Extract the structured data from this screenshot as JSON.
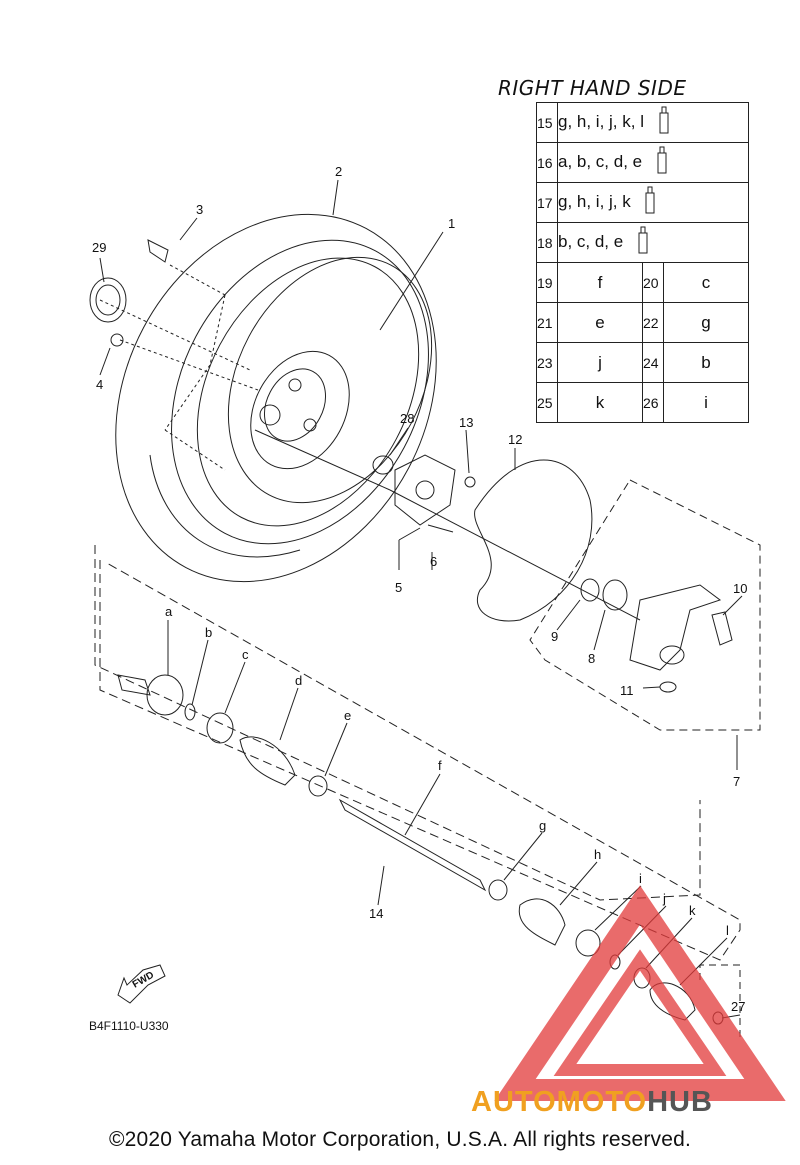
{
  "table": {
    "title": "RIGHT HAND SIDE",
    "rows_wide": [
      {
        "num": "15",
        "val": "g, h, i, j, k, l"
      },
      {
        "num": "16",
        "val": "a, b, c, d, e"
      },
      {
        "num": "17",
        "val": "g, h, i, j, k"
      },
      {
        "num": "18",
        "val": "b, c, d, e"
      }
    ],
    "rows_pair": [
      {
        "n1": "19",
        "v1": "f",
        "n2": "20",
        "v2": "c"
      },
      {
        "n1": "21",
        "v1": "e",
        "n2": "22",
        "v2": "g"
      },
      {
        "n1": "23",
        "v1": "j",
        "n2": "24",
        "v2": "b"
      },
      {
        "n1": "25",
        "v1": "k",
        "n2": "26",
        "v2": "i"
      }
    ]
  },
  "callouts": {
    "n1": "1",
    "n2": "2",
    "n3": "3",
    "n4": "4",
    "n5": "5",
    "n6": "6",
    "n7": "7",
    "n8": "8",
    "n9": "9",
    "n10": "10",
    "n11": "11",
    "n12": "12",
    "n13": "13",
    "n14": "14",
    "n27": "27",
    "n28": "28",
    "n29": "29",
    "a": "a",
    "b": "b",
    "c": "c",
    "d": "d",
    "e": "e",
    "f": "f",
    "g": "g",
    "h": "h",
    "i": "i",
    "j": "j",
    "k": "k",
    "l": "l"
  },
  "fwd_label": "FWD",
  "diagram_code": "B4F1110-U330",
  "watermark": {
    "part1": "AUTO",
    "part2": "MOTO",
    "part3": "HUB"
  },
  "copyright": "©2020 Yamaha Motor Corporation, U.S.A. All rights reserved.",
  "colors": {
    "watermark_triangle": "#e23a3a",
    "watermark_orange": "#f0a020",
    "watermark_gray": "#555555"
  },
  "icons": [
    "grease-tube-icon",
    "fwd-arrow-icon",
    "watermark-triangle-icon"
  ]
}
